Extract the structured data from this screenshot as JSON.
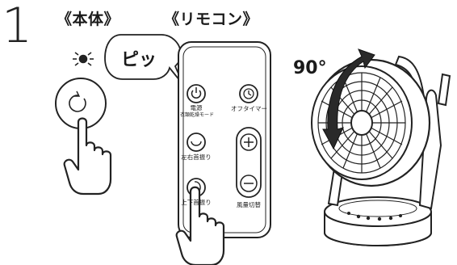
{
  "step": {
    "number": "1"
  },
  "sections": {
    "unit_title": "《本体》",
    "remote_title": "《リモコン》"
  },
  "bubble": {
    "text": "ピッ"
  },
  "remote": {
    "power_label": "電源",
    "power_sublabel": "衣類乾燥モード",
    "off_timer_label": "オフタイマー",
    "lr_swing_label": "左右首振り",
    "ud_swing_label": "上下首振り",
    "airflow_label": "風量切替"
  },
  "fan": {
    "angle_label": "90°"
  },
  "icons": {
    "indicator": "led-light-icon",
    "power": "power-icon",
    "timer": "clock-icon",
    "lr_swing": "horizontal-swing-icon",
    "ud_swing": "vertical-swing-icon",
    "plus": "plus-icon",
    "minus": "minus-icon",
    "hand": "pointing-hand-icon",
    "rotation": "curved-arrow-icon"
  }
}
